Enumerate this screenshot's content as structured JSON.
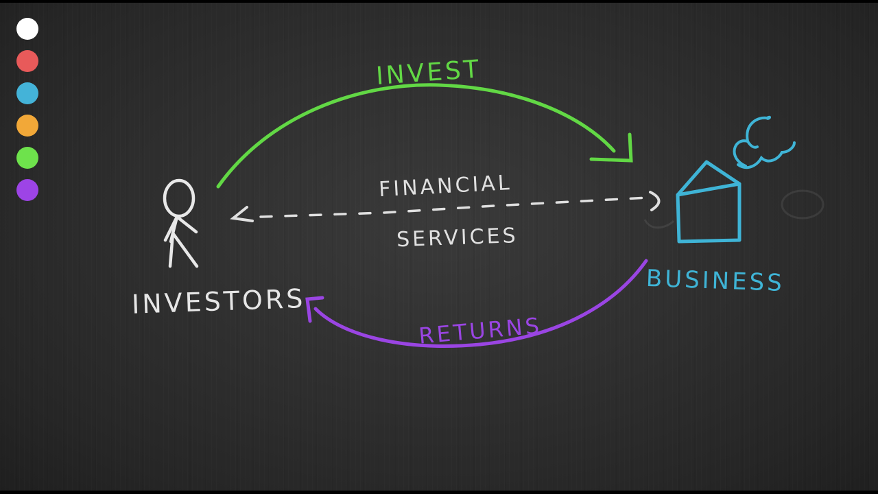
{
  "palette": {
    "colors": [
      {
        "name": "white",
        "hex": "#ffffff"
      },
      {
        "name": "red",
        "hex": "#e85a5a"
      },
      {
        "name": "blue",
        "hex": "#44b3d8"
      },
      {
        "name": "orange",
        "hex": "#f2a838"
      },
      {
        "name": "green",
        "hex": "#6ee24c"
      },
      {
        "name": "purple",
        "hex": "#9d44e6"
      }
    ]
  },
  "diagram": {
    "nodes": {
      "investors": {
        "label": "INVESTORS",
        "icon": "stick-figure-icon",
        "color": "#e6e6e6"
      },
      "business": {
        "label": "BUSINESS",
        "icon": "house-icon",
        "color": "#3fb4d6"
      }
    },
    "edges": {
      "invest": {
        "label": "INVEST",
        "from": "investors",
        "to": "business",
        "color": "#62d845"
      },
      "returns": {
        "label": "RETURNS",
        "from": "business",
        "to": "investors",
        "color": "#9a45e3"
      },
      "financial_services": {
        "label_top": "FINANCIAL",
        "label_bottom": "SERVICES",
        "style": "dashed-bidirectional",
        "color": "#e0e0e0"
      }
    }
  }
}
